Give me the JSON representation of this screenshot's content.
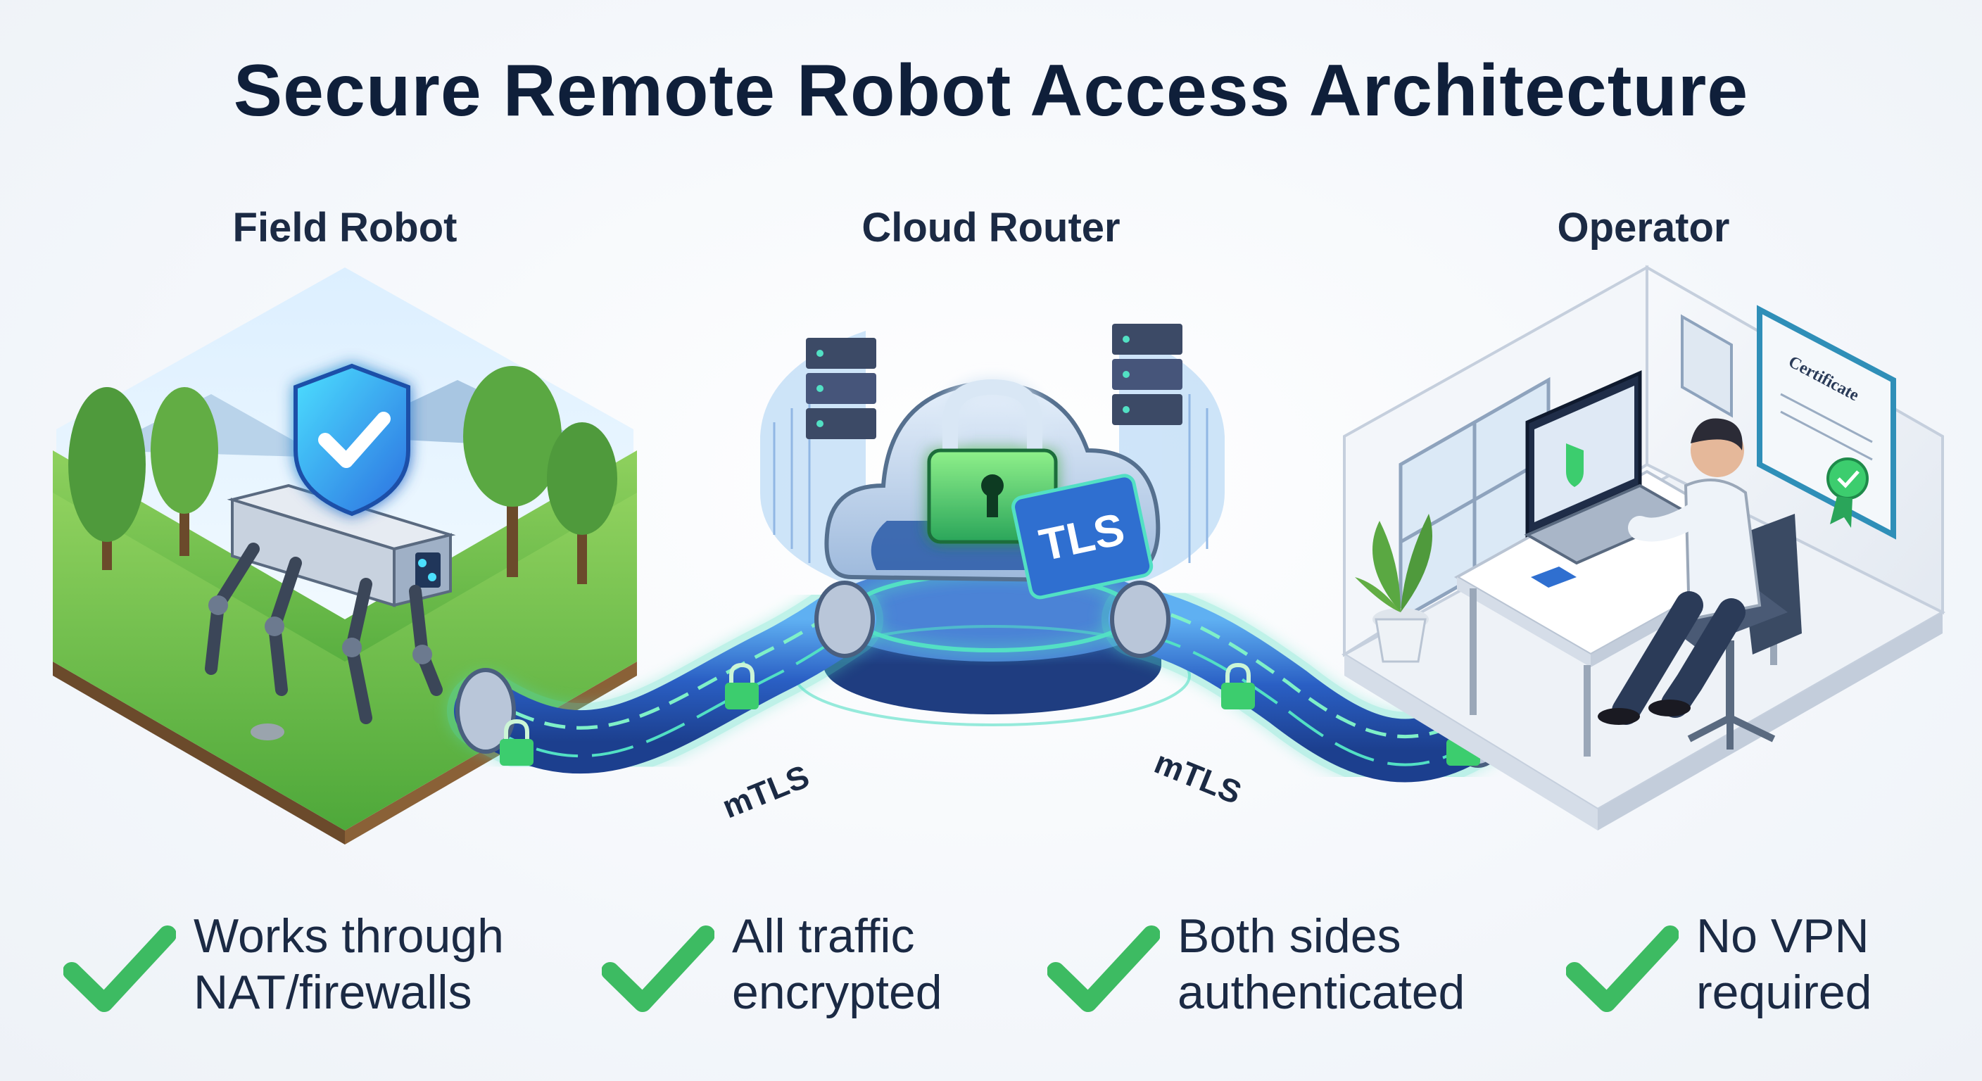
{
  "title": "Secure Remote Robot Access Architecture",
  "nodes": {
    "robot": {
      "label": "Field Robot"
    },
    "cloud": {
      "label": "Cloud Router",
      "badge": "TLS"
    },
    "operator": {
      "label": "Operator",
      "certificate": "Certificate"
    }
  },
  "links": {
    "left": "mTLS",
    "right": "mTLS"
  },
  "benefits": [
    {
      "line1": "Works through",
      "line2": "NAT/firewalls"
    },
    {
      "line1": "All traffic",
      "line2": "encrypted"
    },
    {
      "line1": "Both sides",
      "line2": "authenticated"
    },
    {
      "line1": "No VPN",
      "line2": "required"
    }
  ],
  "colors": {
    "check": "#3dbb62",
    "pipe": "#2f6fd0",
    "glow": "#52e0c4",
    "grass": "#6fbf4a",
    "title": "#0f1f3a"
  },
  "icons": {
    "shield": "shield-check-icon",
    "lock": "padlock-icon",
    "check": "check-icon"
  }
}
